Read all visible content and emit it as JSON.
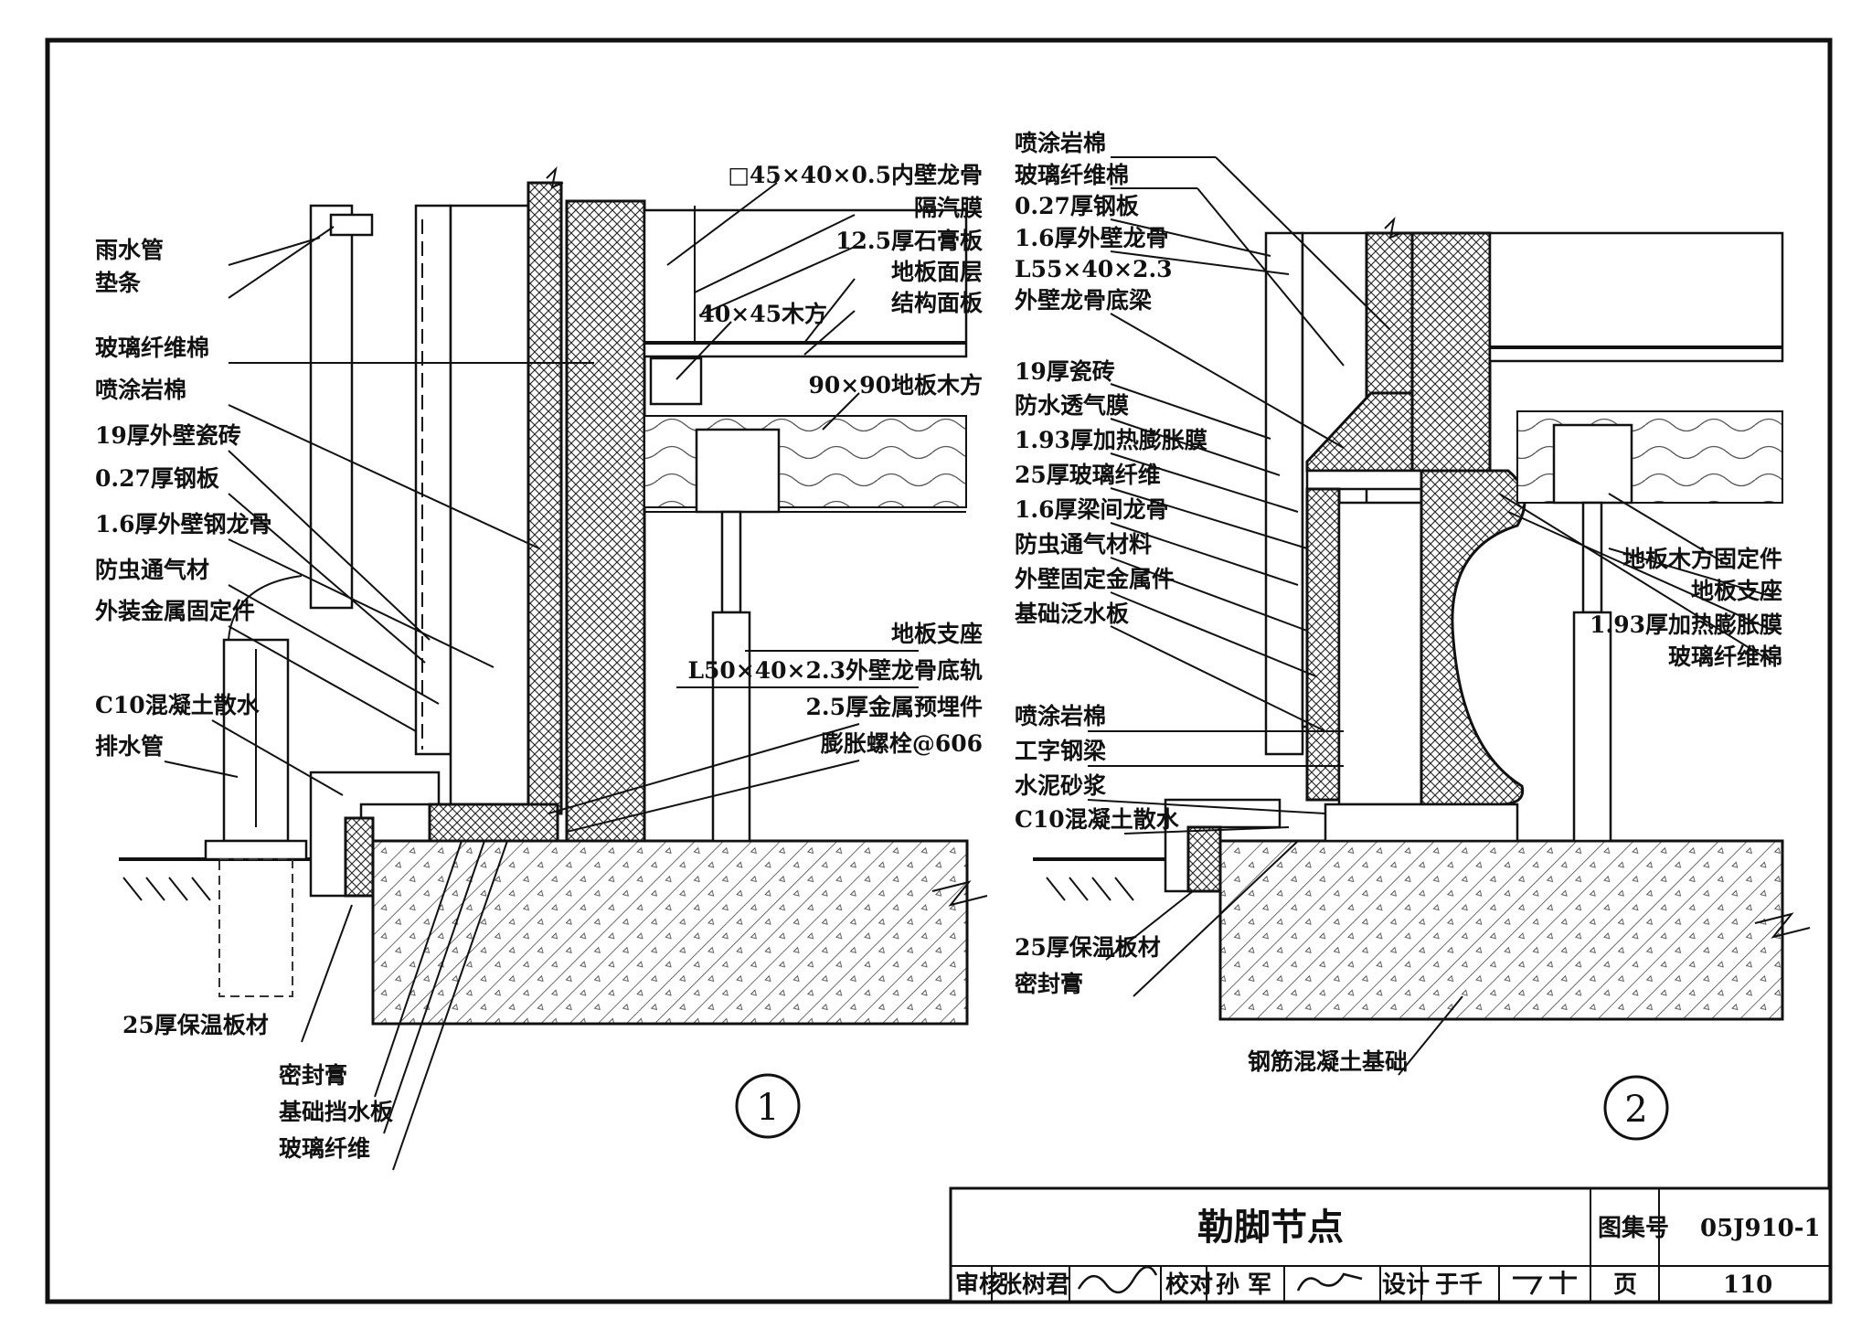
{
  "detail1": {
    "left_labels": [
      "雨水管",
      "垫条",
      "玻璃纤维棉",
      "喷涂岩棉",
      "19厚外壁瓷砖",
      "0.27厚钢板",
      "1.6厚外壁钢龙骨",
      "防虫通气材",
      "外装金属固定件",
      "C10混凝土散水",
      "排水管",
      "25厚保温板材"
    ],
    "bottom_labels": [
      "密封膏",
      "基础挡水板",
      "玻璃纤维"
    ],
    "right_labels": [
      "□45×40×0.5内壁龙骨",
      "隔汽膜",
      "12.5厚石膏板",
      "地板面层",
      "结构面板",
      "40×45木方",
      "90×90地板木方",
      "地板支座",
      "L50×40×2.3外壁龙骨底轨",
      "2.5厚金属预埋件",
      "膨胀螺栓@606"
    ],
    "number": "1"
  },
  "detail2": {
    "left_labels_top": [
      "喷涂岩棉",
      "玻璃纤维棉",
      "0.27厚钢板",
      "1.6厚外壁龙骨",
      "L55×40×2.3",
      "外壁龙骨底梁"
    ],
    "left_labels_mid": [
      "19厚瓷砖",
      "防水透气膜",
      "1.93厚加热膨胀膜",
      "25厚玻璃纤维",
      "1.6厚梁间龙骨",
      "防虫通气材料",
      "外壁固定金属件",
      "基础泛水板"
    ],
    "left_labels_low": [
      "喷涂岩棉",
      "工字钢梁",
      "水泥砂浆",
      "C10混凝土散水"
    ],
    "left_labels_bottom": [
      "25厚保温板材",
      "密封膏"
    ],
    "right_labels": [
      "地板木方固定件",
      "地板支座",
      "1.93厚加热膨胀膜",
      "玻璃纤维棉"
    ],
    "foundation_label": "钢筋混凝土基础",
    "number": "2"
  },
  "title_block": {
    "title": "勒脚节点",
    "atlas_label": "图集号",
    "atlas_no": "05J910-1",
    "review_label": "审核",
    "reviewer": "张树君",
    "check_label": "校对",
    "checker": "孙 军",
    "design_label": "设计",
    "designer": "于千",
    "page_label": "页",
    "page_no": "110"
  }
}
